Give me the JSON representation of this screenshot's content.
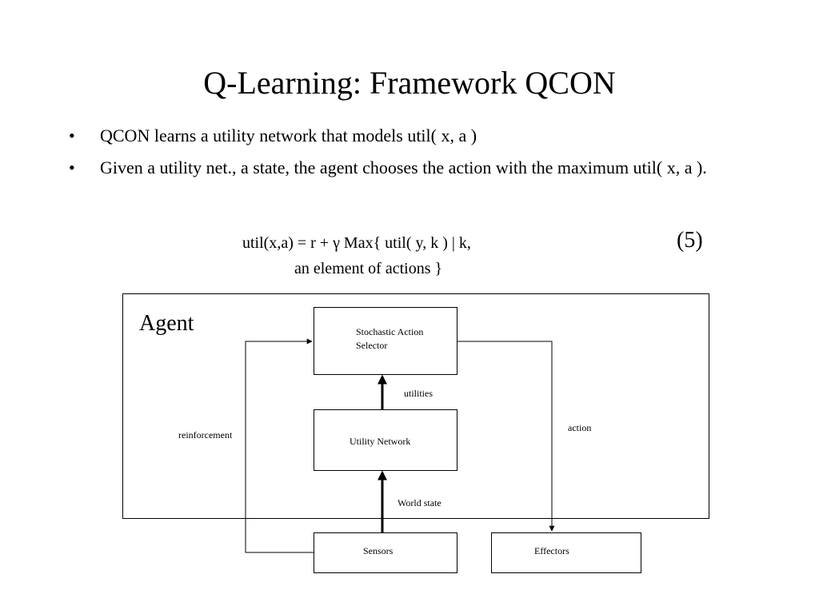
{
  "slide": {
    "title": "Q-Learning:  Framework QCON",
    "bullet_symbol": "•",
    "bullets": [
      "QCON learns a utility network that models util( x, a )",
      "Given a utility net., a state, the agent chooses the action with the maximum util( x, a )."
    ],
    "equation": {
      "line1": "util(x,a) = r + γ Max{ util( y, k ) | k,",
      "line2": "an element of actions }",
      "number": "(5)"
    }
  },
  "diagram": {
    "container_label": "Agent",
    "nodes": {
      "selector_line1": "Stochastic Action",
      "selector_line2": "Selector",
      "utility_network": "Utility Network",
      "sensors": "Sensors",
      "effectors": "Effectors"
    },
    "edges": {
      "utilities": "utilities",
      "world_state": "World state",
      "reinforcement": "reinforcement",
      "action": "action"
    }
  }
}
